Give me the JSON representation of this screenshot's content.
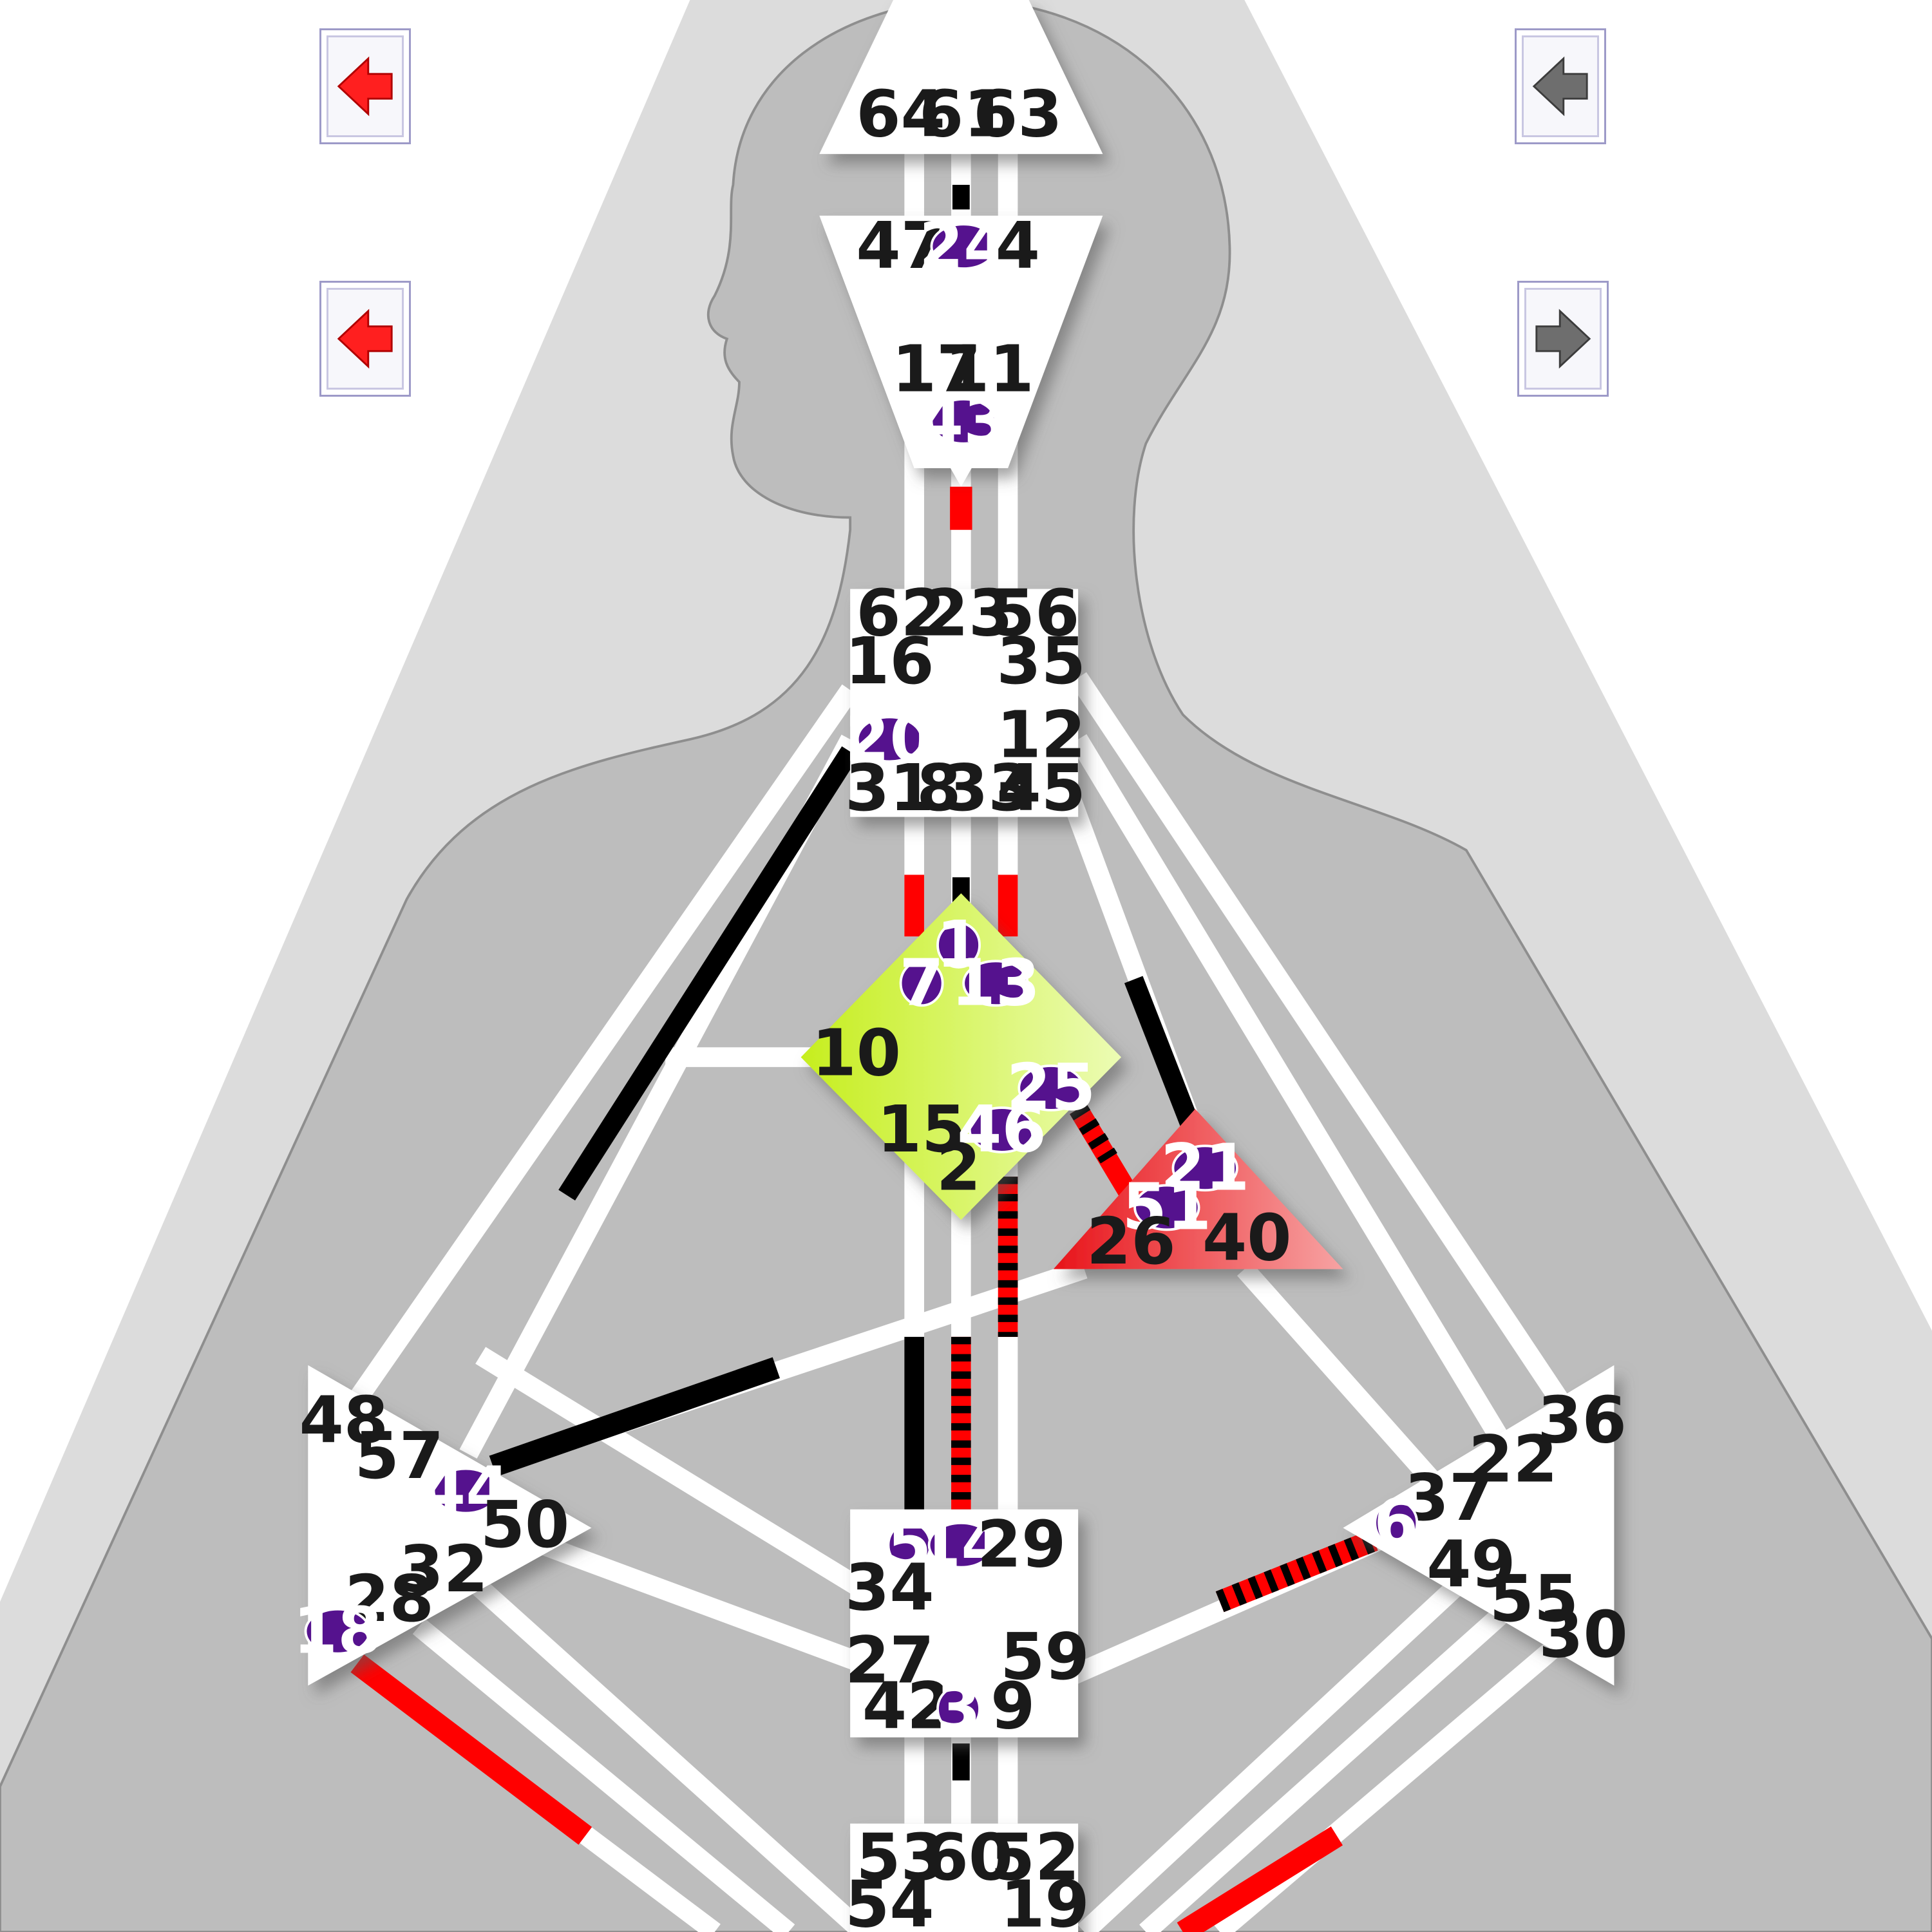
{
  "colors": {
    "background": "#ffffff",
    "silhouette": "#bdbdbd",
    "silhouette_outline": "#8e8e8e",
    "body_light": "#dcdcdc",
    "channel": "#ffffff",
    "conscious_activation": "#000000",
    "unconscious_activation": "#ff0000",
    "active_gate": "#55128e",
    "g_center": "#d9f55a",
    "ego_center": "#f03a3a",
    "open_center": "#ffffff",
    "nav_arrow_red": "#ff1f1f",
    "nav_arrow_gray": "#6e6e6e"
  },
  "nav_buttons": [
    {
      "icon": "red-left-arrow-icon",
      "color": "#ff1f1f"
    },
    {
      "icon": "red-left-arrow-icon",
      "color": "#ff1f1f"
    },
    {
      "icon": "gray-left-arrow-icon",
      "color": "#6e6e6e"
    },
    {
      "icon": "gray-right-arrow-icon",
      "color": "#6e6e6e"
    }
  ],
  "centers": {
    "head": {
      "gates": [
        "64",
        "61",
        "63"
      ],
      "defined": false
    },
    "ajna": {
      "gates": [
        "47",
        "24",
        "4",
        "17",
        "11",
        "43"
      ],
      "defined": false
    },
    "throat": {
      "gates": [
        "62",
        "23",
        "56",
        "16",
        "35",
        "20",
        "12",
        "31",
        "8",
        "33",
        "45"
      ],
      "defined": false
    },
    "g": {
      "gates": [
        "1",
        "7",
        "13",
        "10",
        "25",
        "15",
        "46",
        "2"
      ],
      "defined": true
    },
    "ego": {
      "gates": [
        "21",
        "51",
        "26",
        "40"
      ],
      "defined": true
    },
    "spleen": {
      "gates": [
        "48",
        "57",
        "44",
        "50",
        "32",
        "28",
        "18"
      ],
      "defined": false
    },
    "solar_plexus": {
      "gates": [
        "36",
        "22",
        "37",
        "6",
        "49",
        "55",
        "30"
      ],
      "defined": false
    },
    "sacral": {
      "gates": [
        "5",
        "14",
        "29",
        "34",
        "27",
        "59",
        "42",
        "3",
        "9"
      ],
      "defined": false
    },
    "root": {
      "gates": [
        "53",
        "60",
        "52",
        "54",
        "19"
      ],
      "defined": false
    }
  },
  "active_gates": [
    "24",
    "43",
    "20",
    "1",
    "7",
    "13",
    "25",
    "46",
    "21",
    "51",
    "44",
    "18",
    "5",
    "14",
    "6",
    "3"
  ]
}
